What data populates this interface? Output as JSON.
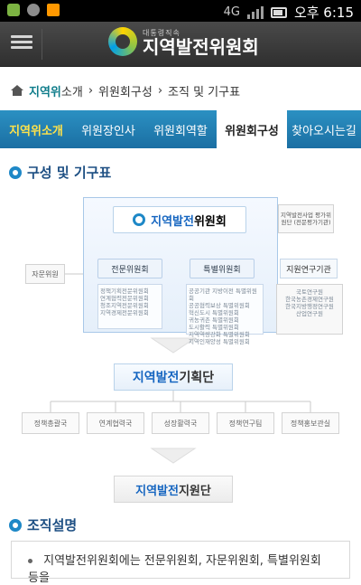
{
  "status_bar": {
    "time": "오후 6:15",
    "small_text": "4G"
  },
  "app_bar": {
    "logo_sub": "대통령직속",
    "logo_main": "지역발전위원회",
    "menu_icon": "hamburger-icon"
  },
  "breadcrumb": {
    "first_highlight": "지역위",
    "first_rest": "소개",
    "second": "위원회구성",
    "third": "조직 및 기구표"
  },
  "tabs": [
    {
      "label": "지역위소개"
    },
    {
      "label": "위원장인사"
    },
    {
      "label": "위원회역할"
    },
    {
      "label": "위원회구성"
    },
    {
      "label": "찾아오시는길"
    }
  ],
  "section1": {
    "title": "구성 및 기구표"
  },
  "org": {
    "core_prefix": "지역발전",
    "core_suffix": "위원회",
    "committee_left": "전문위원회",
    "committee_right": "특별위원회",
    "left_list": [
      "정책기획전문위원회",
      "연계협력전문위원회",
      "청조지역전문위원회",
      "지역경제전문위원회"
    ],
    "right_list": [
      "공공기관 지방이전 특별위원회",
      "공공협력보상 특별위원회",
      "혁신도시 특별위원회",
      "귀농귀촌 특별위원회",
      "도시활력 특별위원회",
      "지역역량강화 특별위원회",
      "지역인재양성 특별위원회"
    ],
    "side_left": "자문위원",
    "side_top_right": "지역발전사업 평가위원단 (전문평가기관)",
    "side_right_title": "지원연구기관",
    "side_right_list": [
      "국토연구원",
      "한국농촌경제연구원",
      "한국지방행정연구원",
      "산업연구원"
    ],
    "planning_prefix": "지역발전",
    "planning_suffix": "기획단",
    "departments": [
      "정책총괄국",
      "연계협력국",
      "성장활력국",
      "정책연구팀",
      "정책홍보관실"
    ],
    "support_prefix": "지역발전",
    "support_suffix": "지원단"
  },
  "section2": {
    "title": "조직설명"
  },
  "description": {
    "line1": "지역발전위원회에는 전문위원회, 자문위원회, 특별위원회 등을"
  }
}
